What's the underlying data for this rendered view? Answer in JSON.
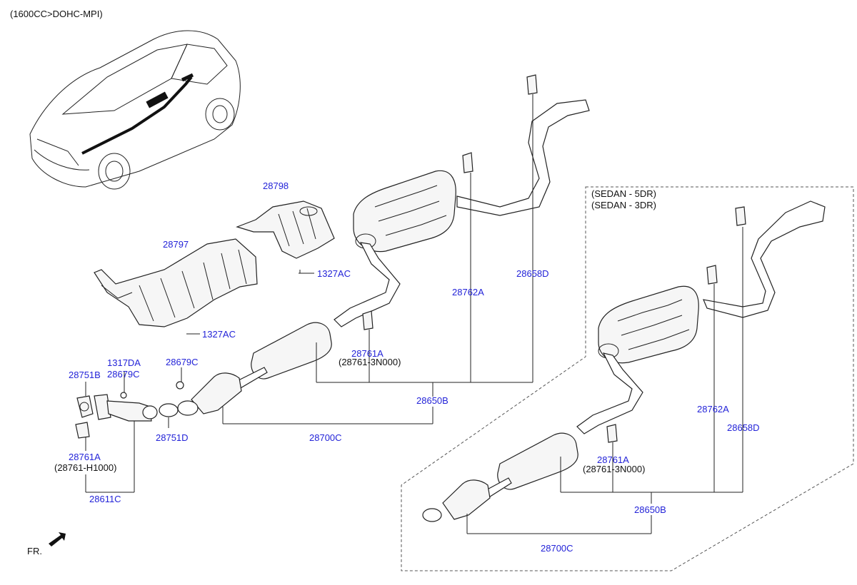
{
  "header": {
    "engine": "(1600CC>DOHC-MPI)"
  },
  "orientation": {
    "front_label": "FR."
  },
  "variant": {
    "line1": "(SEDAN - 5DR)",
    "line2": "(SEDAN - 3DR)"
  },
  "parts": {
    "p28798": "28798",
    "p28797": "28797",
    "p1327ac_upper": "1327AC",
    "p1327ac_lower": "1327AC",
    "p28762a": "28762A",
    "p28658d": "28658D",
    "p28761a_mid": "28761A",
    "p28761_3n000_mid": "(28761-3N000)",
    "p1317da": "1317DA",
    "p28679c_left": "28679C",
    "p28679c_mid": "28679C",
    "p28751b": "28751B",
    "p28751d": "28751D",
    "p28650b": "28650B",
    "p28700c": "28700C",
    "p28761a_left": "28761A",
    "p28761_h1000": "(28761-H1000)",
    "p28611c": "28611C",
    "s28762a": "28762A",
    "s28658d": "28658D",
    "s28761a": "28761A",
    "s28761_3n000": "(28761-3N000)",
    "s28650b": "28650B",
    "s28700c": "28700C"
  }
}
